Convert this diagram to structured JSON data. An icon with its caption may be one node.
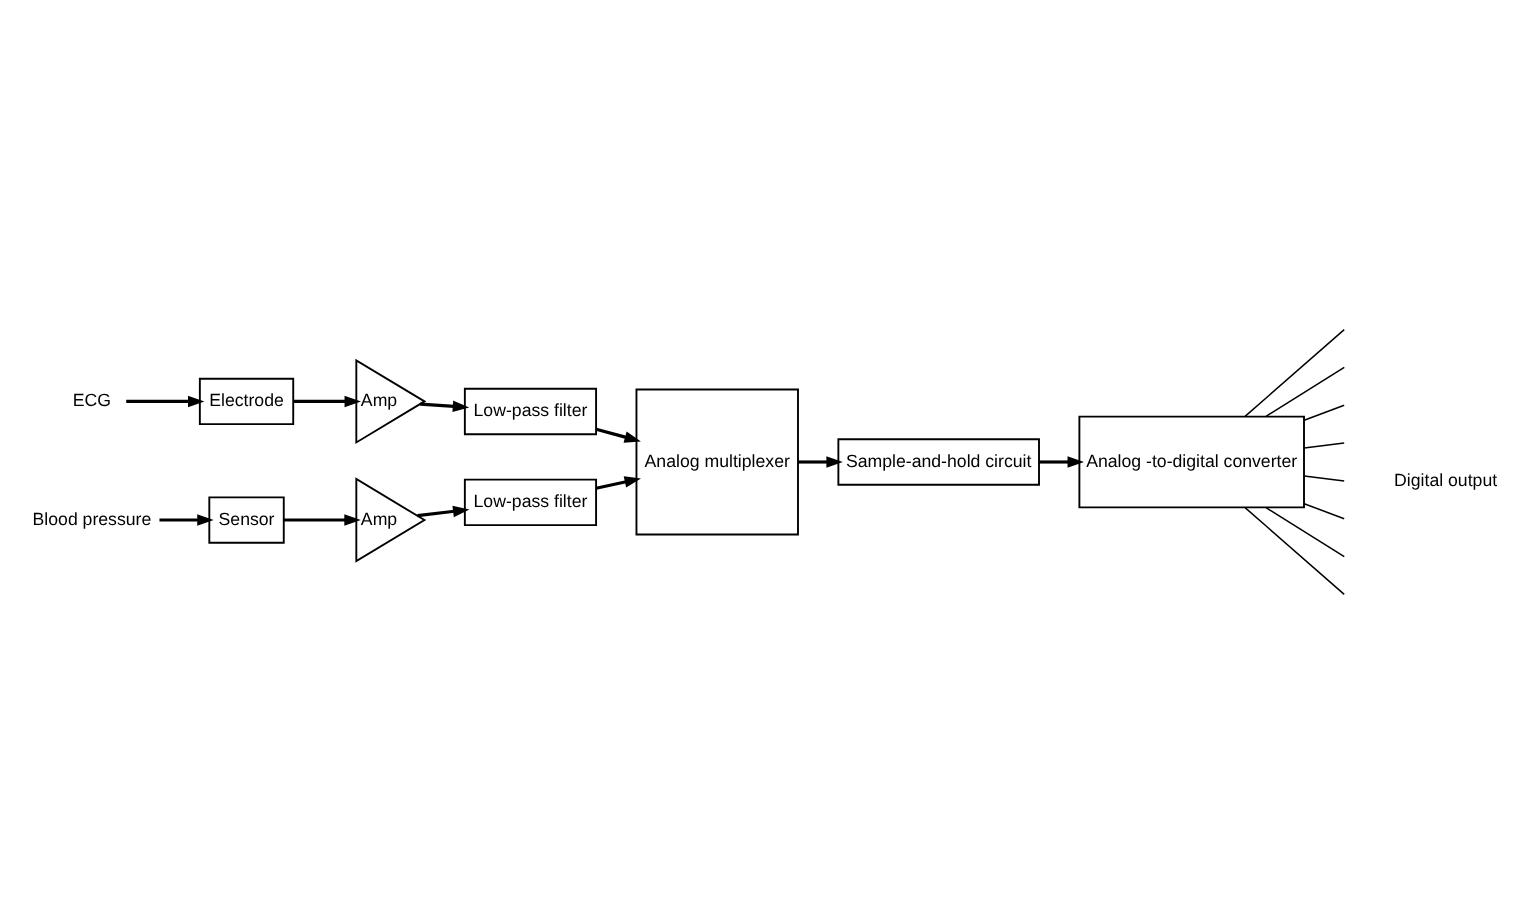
{
  "diagram": {
    "nodes": [
      {
        "text": [
          "ECG"
        ]
      },
      {
        "text": [
          "Electrode"
        ]
      },
      {
        "text": [
          "Amp"
        ]
      },
      {
        "text": [
          "Low-pass filter"
        ]
      },
      {
        "text": [
          "Analog multiplexer"
        ]
      },
      {
        "text": [
          "Blood pressure"
        ]
      },
      {
        "text": [
          "Sensor"
        ]
      },
      {
        "text": [
          "Amp"
        ]
      },
      {
        "text": [
          "Low-pass filter"
        ]
      },
      {
        "text": [
          "Sample-and-hold circuit"
        ]
      },
      {
        "text": [
          "Analog -to-digital converter"
        ]
      }
    ],
    "edges": [
      {
        "from": 0,
        "to": 1,
        "arrow": "to"
      },
      {
        "from": 1,
        "to": 2,
        "arrow": "to"
      },
      {
        "from": 2,
        "to": 3,
        "arrow": "to"
      },
      {
        "from": 3,
        "to": 4,
        "arrow": "to"
      },
      {
        "from": 5,
        "to": 6,
        "arrow": "to"
      },
      {
        "from": 6,
        "to": 7,
        "arrow": "to"
      },
      {
        "from": 7,
        "to": 8,
        "arrow": "to"
      },
      {
        "from": 8,
        "to": 4,
        "arrow": "to"
      },
      {
        "from": 4,
        "to": 9,
        "arrow": "to"
      },
      {
        "from": 9,
        "to": 10,
        "arrow": "to"
      },
      {
        "from": 10,
        "to": null,
        "arrow": "none"
      },
      {
        "from": 10,
        "to": null,
        "arrow": "none"
      },
      {
        "from": 10,
        "to": null,
        "arrow": "none"
      },
      {
        "from": 10,
        "to": null,
        "arrow": "none"
      },
      {
        "from": 10,
        "to": null,
        "arrow": "none"
      },
      {
        "from": 10,
        "to": null,
        "arrow": "none"
      },
      {
        "from": 10,
        "to": null,
        "arrow": "none"
      },
      {
        "from": 10,
        "to": null,
        "arrow": "none"
      }
    ],
    "labels": [
      "Digital output"
    ]
  }
}
